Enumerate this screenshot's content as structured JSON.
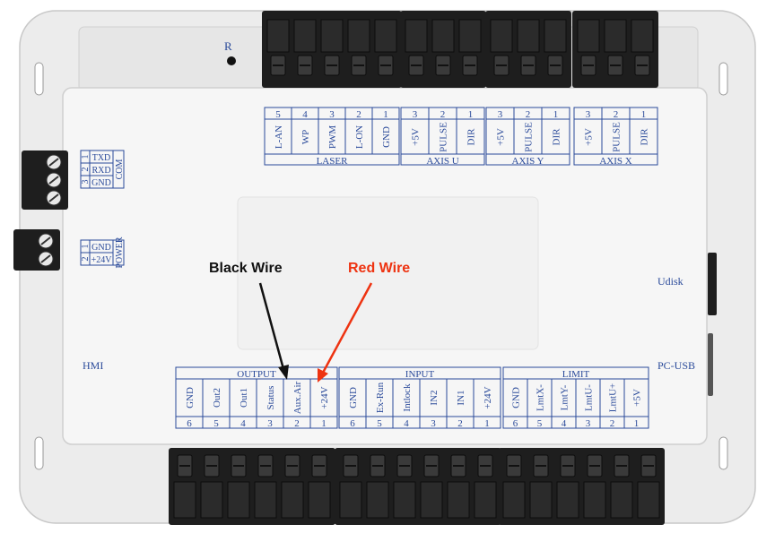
{
  "colors": {
    "board": "#ececec",
    "cover": "#f6f6f6",
    "terminal": "#1e1e1e",
    "silkscreen": "#2a4a9a",
    "black_wire": "#111111",
    "red_wire": "#ee3311"
  },
  "labels": {
    "reset": "R",
    "udisk": "Udisk",
    "pc_usb": "PC-USB",
    "hmi": "HMI",
    "black_wire": "Black Wire",
    "red_wire": "Red Wire"
  },
  "top_headers": [
    {
      "title": "LASER",
      "nums": [
        "5",
        "4",
        "3",
        "2",
        "1"
      ],
      "pins": [
        "L-AN",
        "WP",
        "PWM",
        "L-ON",
        "GND"
      ]
    },
    {
      "title": "AXIS U",
      "nums": [
        "3",
        "2",
        "1"
      ],
      "pins": [
        "+5V",
        "PULSE",
        "DIR"
      ]
    },
    {
      "title": "AXIS Y",
      "nums": [
        "3",
        "2",
        "1"
      ],
      "pins": [
        "+5V",
        "PULSE",
        "DIR"
      ]
    },
    {
      "title": "AXIS X",
      "nums": [
        "3",
        "2",
        "1"
      ],
      "pins": [
        "+5V",
        "PULSE",
        "DIR"
      ]
    }
  ],
  "side_headers": [
    {
      "title": "COM",
      "nums": [
        "1",
        "2",
        "3"
      ],
      "pins": [
        "TXD",
        "RXD",
        "GND"
      ]
    },
    {
      "title": "POWER",
      "nums": [
        "1",
        "2"
      ],
      "pins": [
        "GND",
        "+24V"
      ]
    }
  ],
  "bottom_headers": [
    {
      "title": "OUTPUT",
      "nums": [
        "6",
        "5",
        "4",
        "3",
        "2",
        "1"
      ],
      "pins": [
        "GND",
        "Out2",
        "Out1",
        "Status",
        "Aux.Air",
        "+24V"
      ]
    },
    {
      "title": "INPUT",
      "nums": [
        "6",
        "5",
        "4",
        "3",
        "2",
        "1"
      ],
      "pins": [
        "GND",
        "Ex-Run",
        "Intlock",
        "IN2",
        "IN1",
        "+24V"
      ]
    },
    {
      "title": "LIMIT",
      "nums": [
        "6",
        "5",
        "4",
        "3",
        "2",
        "1"
      ],
      "pins": [
        "GND",
        "LmtX-",
        "LmtY-",
        "LmtU-",
        "LmtU+",
        "+5V"
      ]
    }
  ]
}
